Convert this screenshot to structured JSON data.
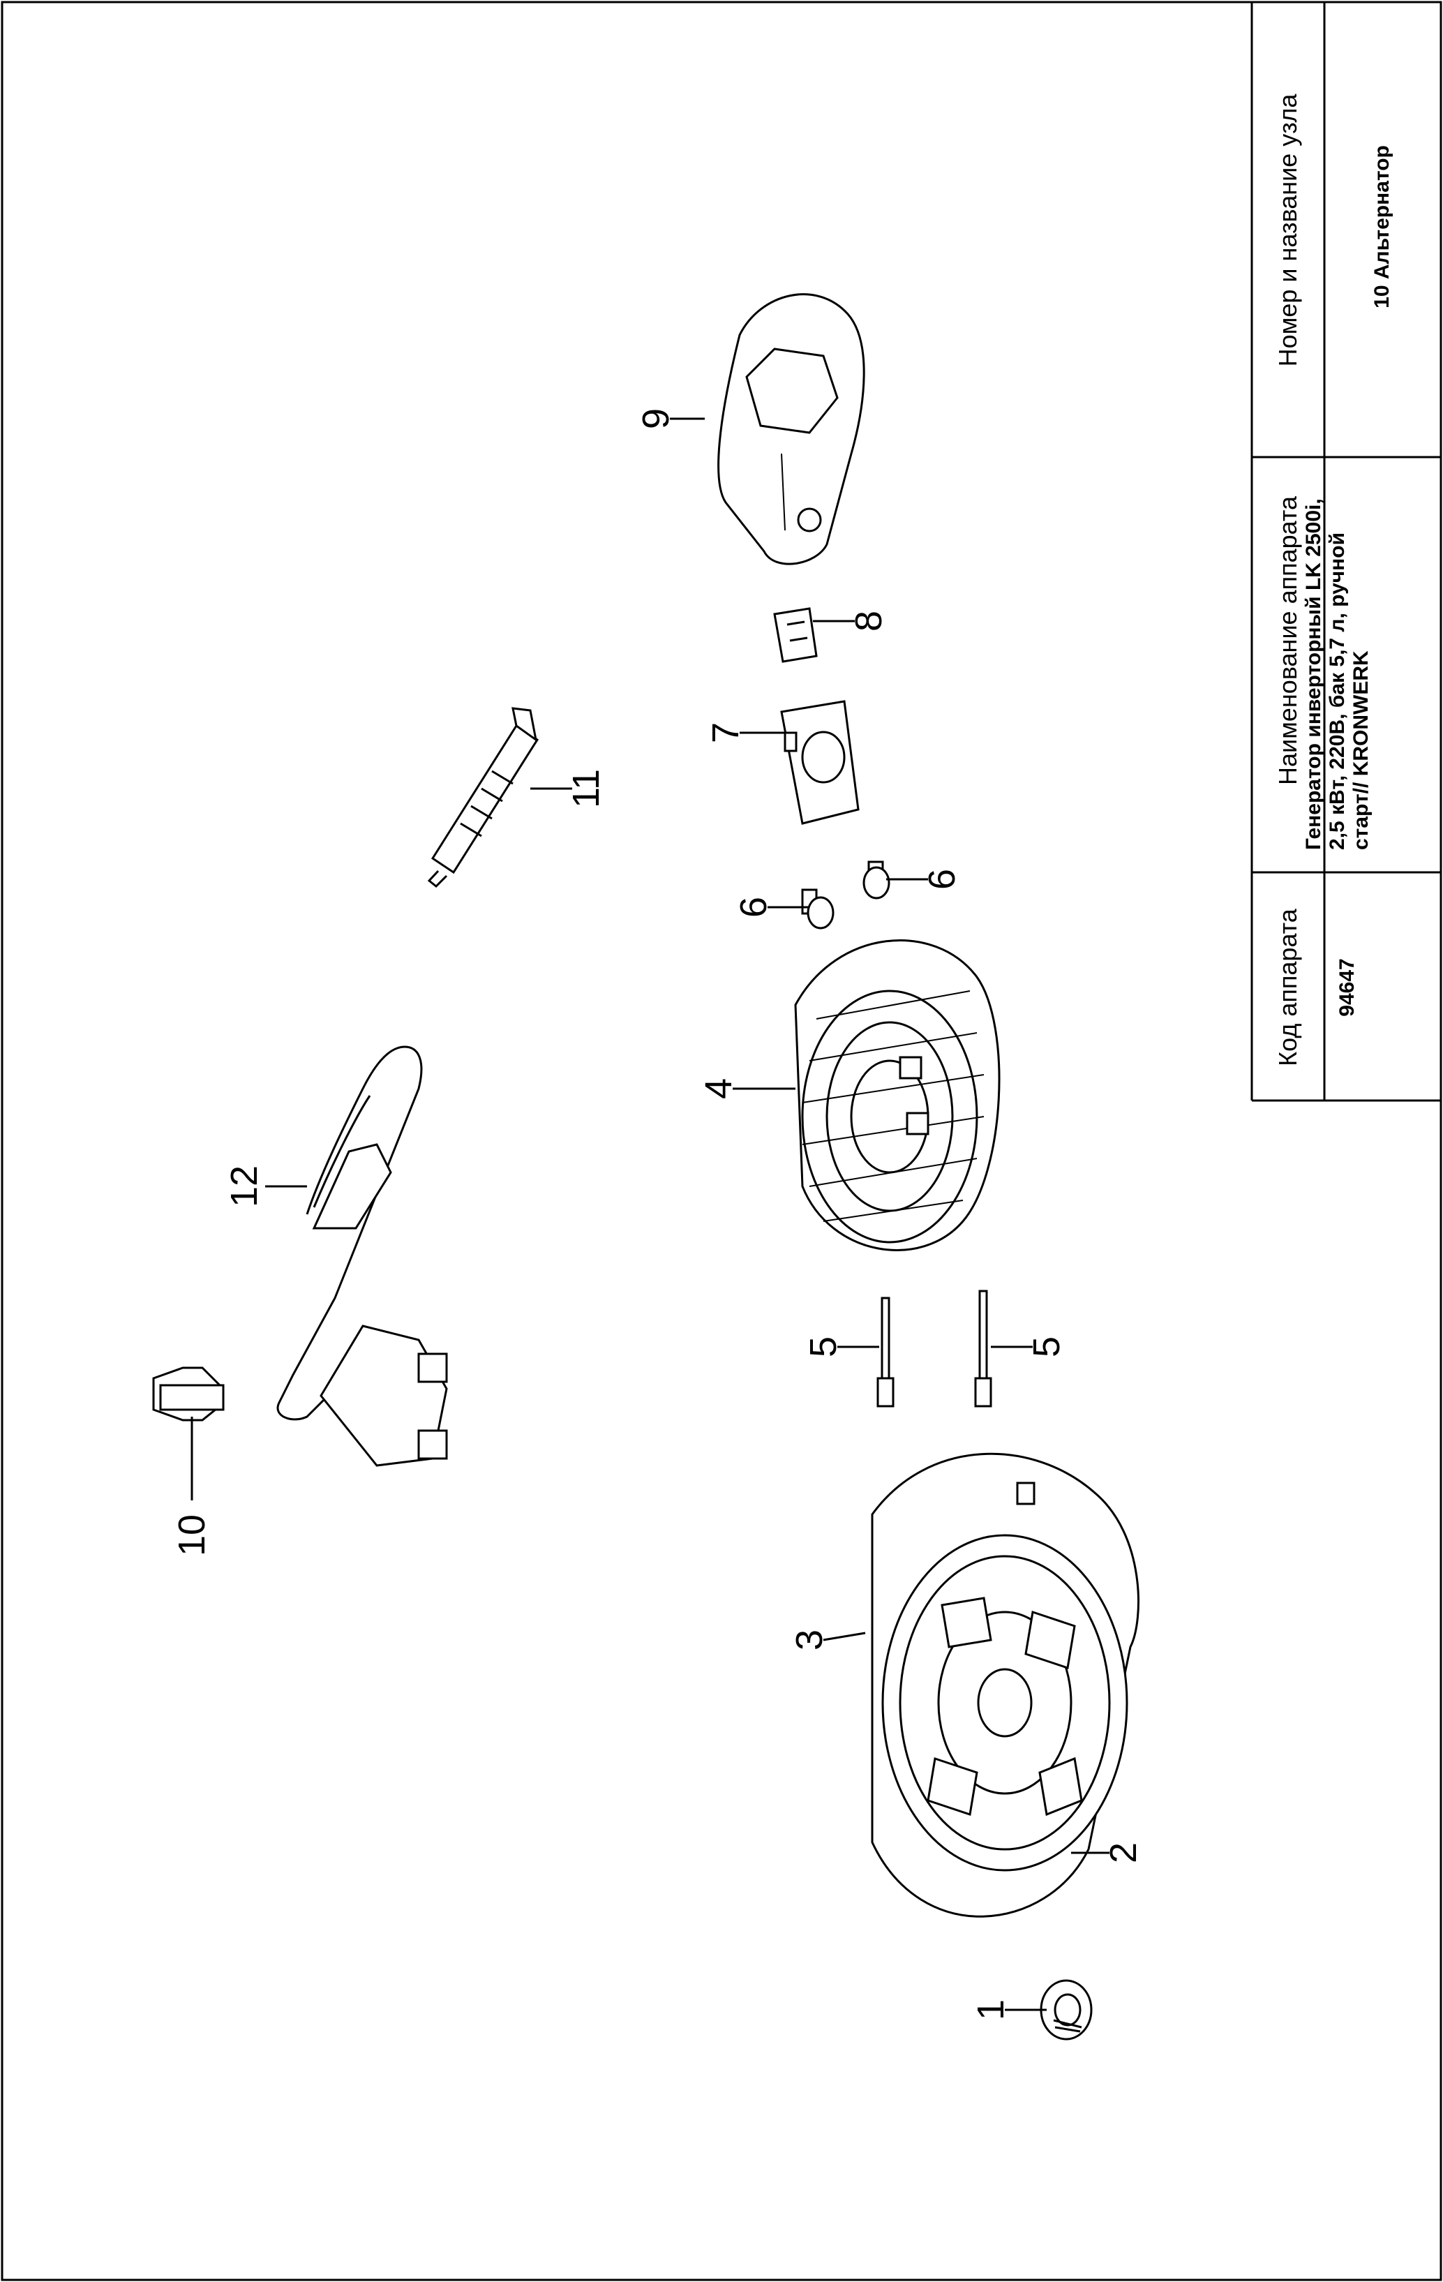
{
  "header": {
    "code_label": "Код аппарата",
    "code_value": "94647",
    "name_label": "Наименование аппарата",
    "name_value": "Генератор инверторный LK 2500i, 2,5 кВт, 220В, бак 5,7 л, ручной старт// KRONWERK",
    "node_label": "Номер и название узла",
    "node_value": "10 Альтернатор"
  },
  "callouts": [
    "1",
    "2",
    "3",
    "4",
    "5",
    "5",
    "6",
    "6",
    "7",
    "8",
    "9",
    "10",
    "11",
    "12"
  ]
}
